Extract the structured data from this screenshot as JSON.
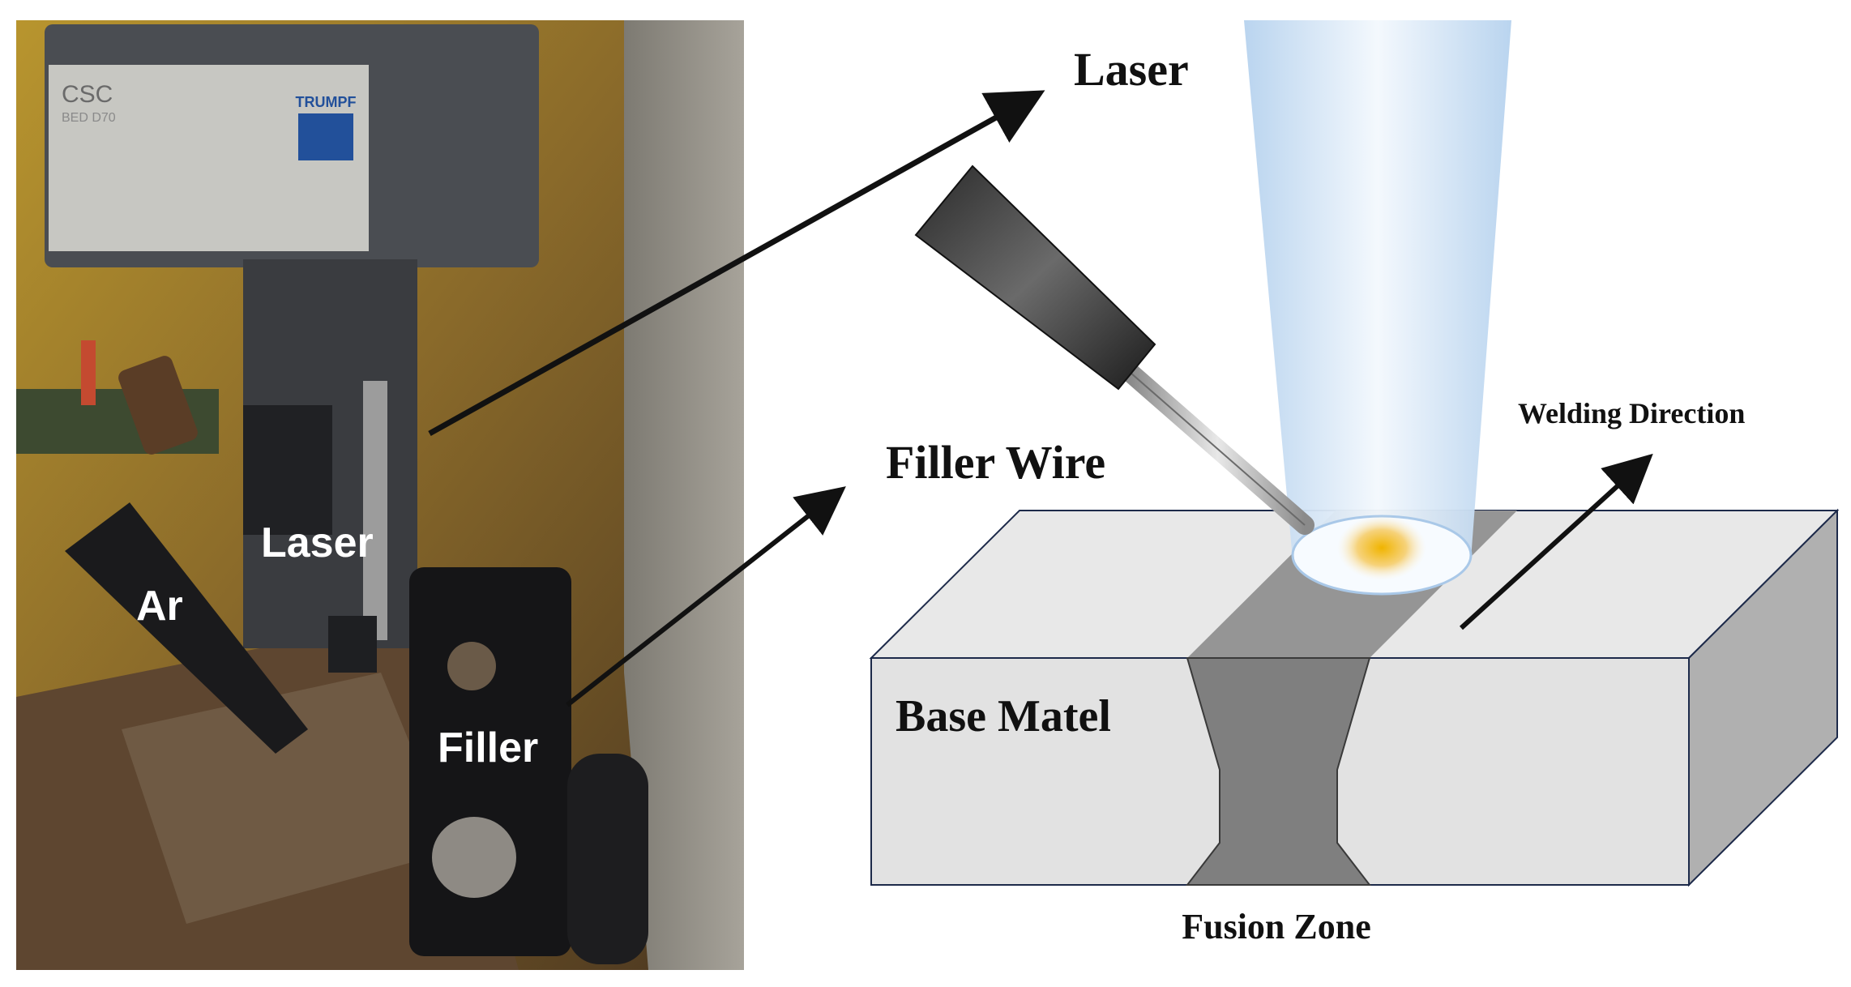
{
  "photo": {
    "machine_brand": "TRUMPF",
    "machine_model": "CSC",
    "machine_code": "BED D70",
    "labels": {
      "laser": "Laser",
      "argon": "Ar",
      "filler": "Filler"
    }
  },
  "diagram": {
    "labels": {
      "laser": "Laser",
      "filler_wire": "Filler Wire",
      "welding_direction": "Welding Direction",
      "base_metal": "Base Matel",
      "fusion_zone": "Fusion Zone"
    }
  },
  "colors": {
    "arrow": "#111111",
    "block_front": "#e2e2e2",
    "block_top": "#e8e8e8",
    "block_side": "#b0b0b0",
    "fusion_zone": "#7f7f7f",
    "fusion_top": "#959595",
    "laser_beam": "#bcd6ef",
    "melt_pool": "#f0b400"
  }
}
